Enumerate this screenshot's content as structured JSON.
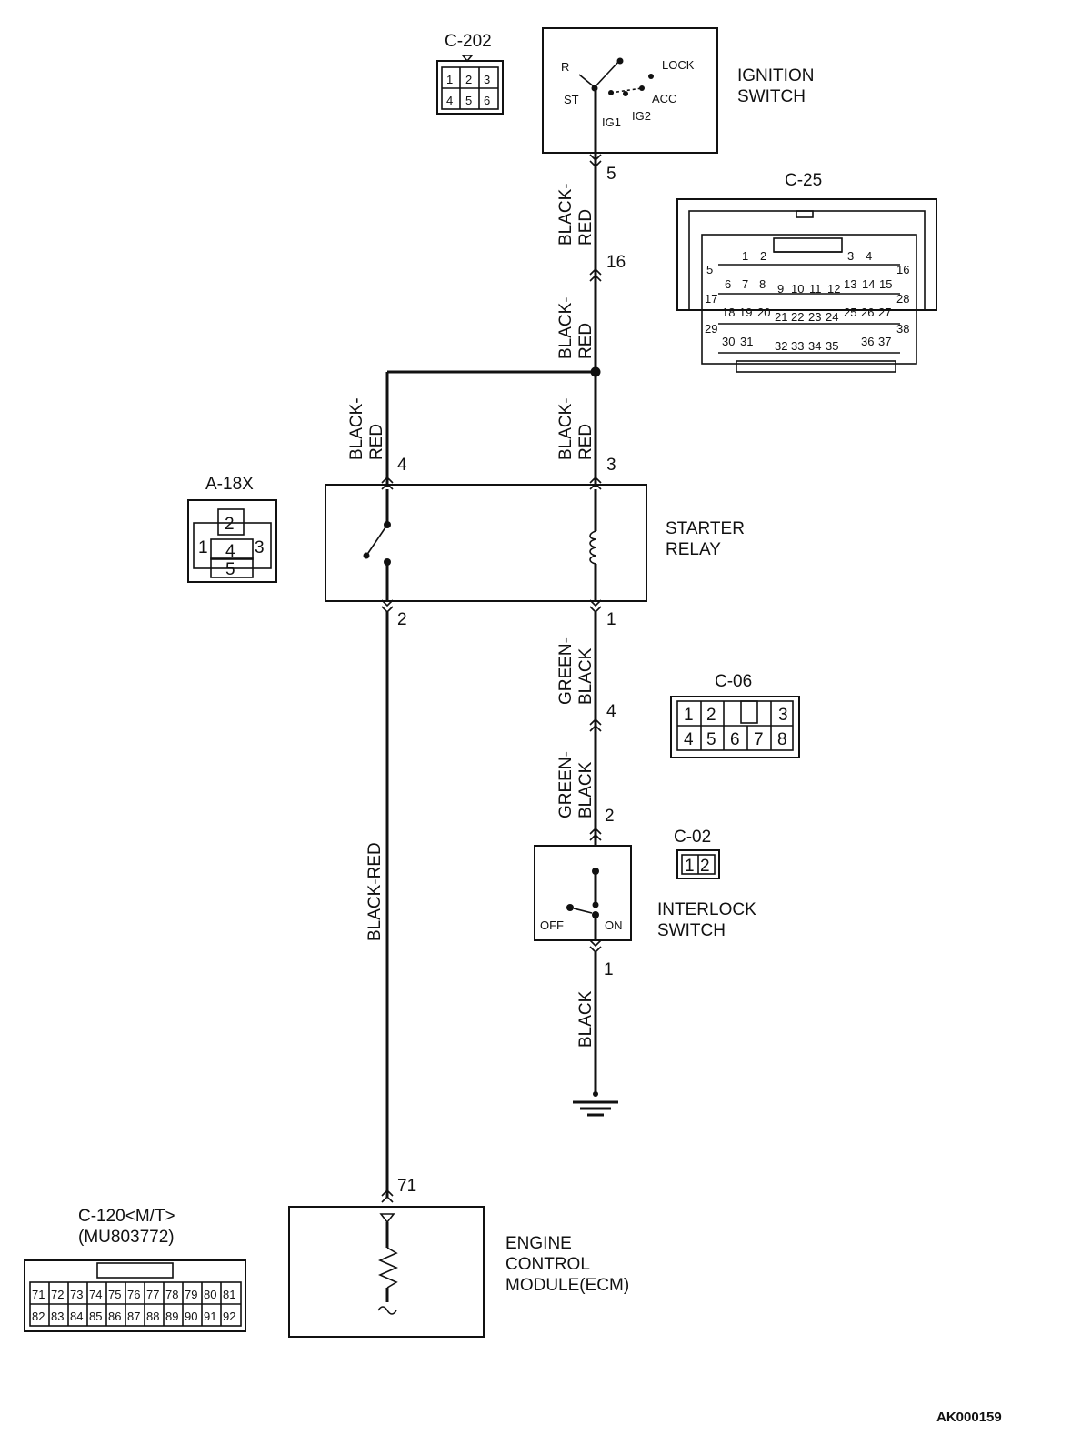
{
  "components": {
    "ignition_switch": {
      "name_line1": "IGNITION",
      "name_line2": "SWITCH",
      "pos_r": "R",
      "pos_st": "ST",
      "pos_lock": "LOCK",
      "pos_acc": "ACC",
      "pos_ig1": "IG1",
      "pos_ig2": "IG2"
    },
    "starter_relay": {
      "name_line1": "STARTER",
      "name_line2": "RELAY"
    },
    "interlock_switch": {
      "name_line1": "INTERLOCK",
      "name_line2": "SWITCH",
      "pos_off": "OFF",
      "pos_on": "ON"
    },
    "ecm": {
      "name_line1": "ENGINE",
      "name_line2": "CONTROL",
      "name_line3": "MODULE(ECM)"
    }
  },
  "pins": {
    "ign_5": "5",
    "c25_16": "16",
    "relay_4": "4",
    "relay_3": "3",
    "relay_2": "2",
    "relay_1": "1",
    "c06_4": "4",
    "c02_2": "2",
    "c02_1": "1",
    "ecm_71": "71"
  },
  "wires": {
    "ign_to_c25_a": "BLACK-",
    "ign_to_c25_b": "RED",
    "c25_to_splice_a": "BLACK-",
    "c25_to_splice_b": "RED",
    "splice_to_relay4_a": "BLACK-",
    "splice_to_relay4_b": "RED",
    "splice_to_relay3_a": "BLACK-",
    "splice_to_relay3_b": "RED",
    "relay1_to_c06_a": "GREEN-",
    "relay1_to_c06_b": "BLACK",
    "c06_to_interlock_a": "GREEN-",
    "c06_to_interlock_b": "BLACK",
    "interlock_to_ground": "BLACK",
    "relay2_to_ecm": "BLACK-RED"
  },
  "connectors": {
    "c202": {
      "label": "C-202",
      "cells": [
        "1",
        "2",
        "3",
        "4",
        "5",
        "6"
      ]
    },
    "c25": {
      "label": "C-25",
      "row1": [
        "1",
        "2",
        "3",
        "4"
      ],
      "row2_left": [
        "6",
        "7",
        "8"
      ],
      "row2_mid": [
        "9",
        "10",
        "11",
        "12"
      ],
      "row2_right": [
        "13",
        "14",
        "15"
      ],
      "row3_left": [
        "18",
        "19",
        "20"
      ],
      "row3_mid": [
        "21",
        "22",
        "23",
        "24"
      ],
      "row3_right": [
        "25",
        "26",
        "27"
      ],
      "row4_left": [
        "30",
        "31"
      ],
      "row4_mid": [
        "32",
        "33",
        "34",
        "35"
      ],
      "row4_right": [
        "36",
        "37"
      ],
      "side_left": [
        "5",
        "17",
        "29"
      ],
      "side_right": [
        "16",
        "28",
        "38"
      ]
    },
    "a18x": {
      "label": "A-18X",
      "cells": [
        "1",
        "2",
        "3",
        "4",
        "5"
      ]
    },
    "c06": {
      "label": "C-06",
      "row1": [
        "1",
        "2",
        "",
        "3"
      ],
      "row2": [
        "4",
        "5",
        "6",
        "7",
        "8"
      ]
    },
    "c02": {
      "label": "C-02",
      "cells": [
        "1",
        "2"
      ]
    },
    "c120": {
      "label_line1": "C-120<M/T>",
      "label_line2": "(MU803772)",
      "row1": [
        "71",
        "72",
        "73",
        "74",
        "75",
        "76",
        "77",
        "78",
        "79",
        "80",
        "81"
      ],
      "row2": [
        "82",
        "83",
        "84",
        "85",
        "86",
        "87",
        "88",
        "89",
        "90",
        "91",
        "92"
      ]
    }
  },
  "figure_id": "AK000159"
}
